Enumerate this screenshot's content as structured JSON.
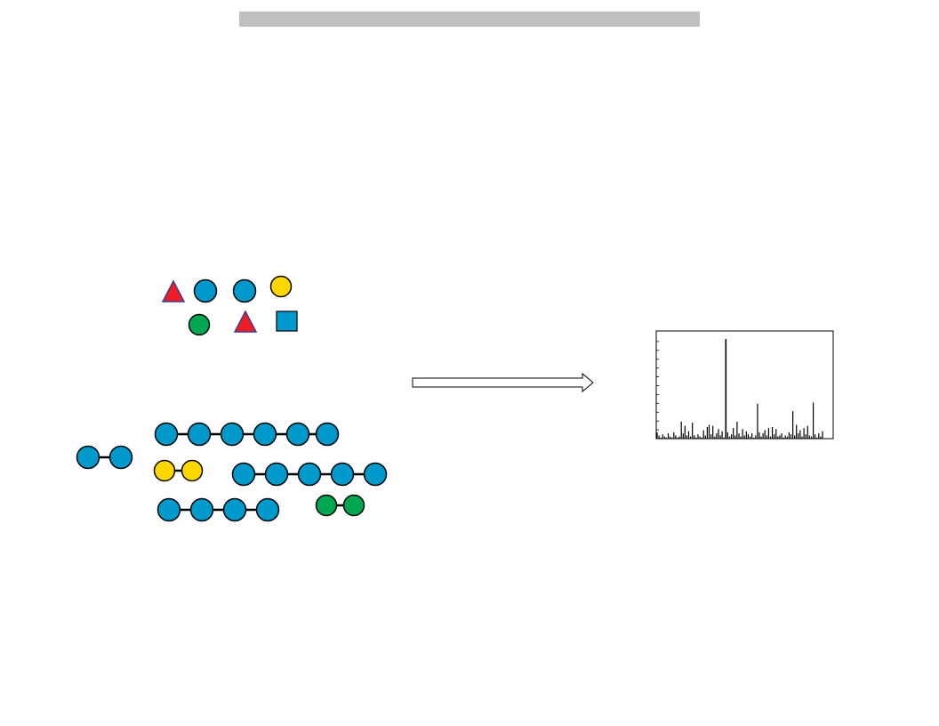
{
  "colors": {
    "background": "#ffffff",
    "title_bar": "#bfbfbf",
    "glc_blue": "#0099cc",
    "gal_yellow": "#ffd700",
    "man_green": "#00a651",
    "fuc_red": "#ee1c25",
    "outline": "#000000",
    "arrow_fill": "#ffffff",
    "arrow_stroke": "#000000"
  },
  "diagram": {
    "monosaccharides": [
      {
        "shape": "triangle",
        "color": "fuc_red"
      },
      {
        "shape": "circle",
        "color": "glc_blue"
      },
      {
        "shape": "circle",
        "color": "glc_blue"
      },
      {
        "shape": "circle",
        "color": "gal_yellow"
      },
      {
        "shape": "circle",
        "color": "man_green"
      },
      {
        "shape": "triangle",
        "color": "fuc_red"
      },
      {
        "shape": "square",
        "color": "glc_blue"
      }
    ],
    "oligosaccharide_chains": [
      {
        "residues": 2,
        "color": "glc_blue"
      },
      {
        "residues": 6,
        "color": "glc_blue"
      },
      {
        "residues": 2,
        "color": "gal_yellow"
      },
      {
        "residues": 5,
        "color": "glc_blue"
      },
      {
        "residues": 4,
        "color": "glc_blue"
      },
      {
        "residues": 2,
        "color": "man_green"
      }
    ],
    "arrow": {
      "direction": "right",
      "icon": "right-arrow-icon"
    }
  },
  "chart_data": {
    "type": "bar",
    "title": "",
    "xlabel": "",
    "ylabel": "",
    "grid": false,
    "values": [
      6,
      3,
      1,
      4,
      2,
      1,
      5,
      2,
      1,
      6,
      3,
      1,
      2,
      16,
      5,
      12,
      3,
      7,
      2,
      15,
      3,
      1,
      4,
      2,
      1,
      8,
      3,
      11,
      13,
      4,
      12,
      2,
      5,
      9,
      3,
      7,
      1,
      94,
      6,
      2,
      4,
      10,
      3,
      16,
      5,
      2,
      9,
      3,
      7,
      4,
      2,
      5,
      1,
      3,
      33,
      6,
      2,
      5,
      8,
      3,
      10,
      2,
      11,
      4,
      9,
      2,
      3,
      5,
      1,
      3,
      2,
      6,
      4,
      26,
      3,
      13,
      5,
      8,
      2,
      10,
      4,
      12,
      3,
      2,
      34,
      4,
      1,
      5,
      2,
      7
    ],
    "ylim": [
      0,
      100
    ]
  }
}
